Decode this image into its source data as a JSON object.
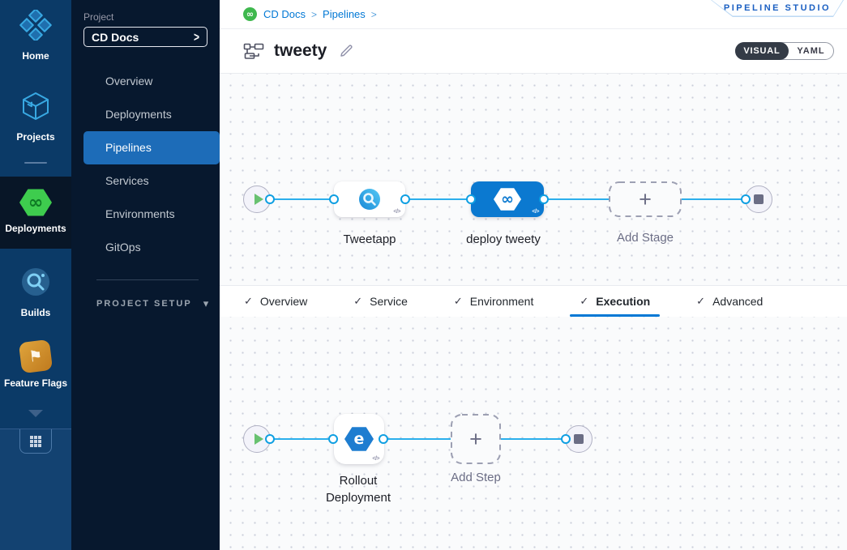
{
  "rail": {
    "items": [
      {
        "label": "Home",
        "icon": "home-icon"
      },
      {
        "label": "Projects",
        "icon": "projects-icon"
      },
      {
        "label": "Deployments",
        "icon": "deployments-icon",
        "selected": true
      },
      {
        "label": "Builds",
        "icon": "builds-icon"
      },
      {
        "label": "Feature Flags",
        "icon": "feature-flags-icon"
      }
    ],
    "deployments_glyph": "∞",
    "feature_flag_glyph": "⚑"
  },
  "sidebar": {
    "project_label": "Project",
    "project_name": "CD Docs",
    "project_chevron": ">",
    "items": [
      {
        "label": "Overview"
      },
      {
        "label": "Deployments"
      },
      {
        "label": "Pipelines",
        "selected": true
      },
      {
        "label": "Services"
      },
      {
        "label": "Environments"
      },
      {
        "label": "GitOps"
      }
    ],
    "project_setup_label": "PROJECT SETUP",
    "project_setup_chevron": "▾"
  },
  "header": {
    "breadcrumb": {
      "module_glyph": "∞",
      "items": [
        "CD Docs",
        "Pipelines"
      ],
      "separator": ">"
    },
    "ribbon": "PIPELINE STUDIO",
    "pipeline_name": "tweety",
    "view_toggle": {
      "visual": "VISUAL",
      "yaml": "YAML",
      "active": "VISUAL"
    }
  },
  "stage_canvas": {
    "nodes": [
      {
        "type": "start"
      },
      {
        "type": "stage",
        "label": "Tweetapp"
      },
      {
        "type": "stage",
        "label": "deploy tweety",
        "selected": true
      },
      {
        "type": "add",
        "label": "Add Stage"
      },
      {
        "type": "end"
      }
    ],
    "code_badge": "</>",
    "plus": "+",
    "cd_glyph": "∞"
  },
  "tabs": {
    "check": "✓",
    "items": [
      {
        "label": "Overview"
      },
      {
        "label": "Service"
      },
      {
        "label": "Environment"
      },
      {
        "label": "Execution",
        "active": true
      },
      {
        "label": "Advanced"
      }
    ]
  },
  "execution_canvas": {
    "nodes": [
      {
        "type": "start"
      },
      {
        "type": "step",
        "label": "Rollout Deployment"
      },
      {
        "type": "add",
        "label": "Add Step"
      },
      {
        "type": "end"
      }
    ],
    "code_badge": "</>",
    "plus": "+",
    "rollout_glyph": "e"
  },
  "colors": {
    "accent_blue": "#0278d5",
    "flow_line_blue": "#2bafec",
    "selected_nav_blue": "#1d6cb8",
    "rail_navy": "#0b3a67",
    "sidenav_navy": "#07182e",
    "module_green": "#3ecc4e",
    "canvas_bg": "#fafbfc"
  }
}
